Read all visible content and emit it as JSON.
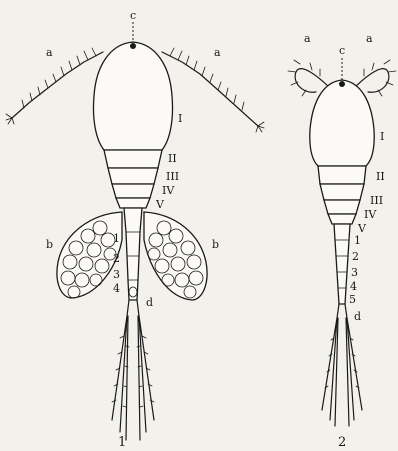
{
  "figure_1": {
    "label_c": "c",
    "label_a_left": "a",
    "label_a_right": "a",
    "label_b_left": "b",
    "label_b_right": "b",
    "label_d": "d",
    "segments_thorax": [
      "I",
      "II",
      "III",
      "IV",
      "V"
    ],
    "segments_abdomen": [
      "1",
      "2",
      "3",
      "4"
    ],
    "caption": "1"
  },
  "figure_2": {
    "label_c": "c",
    "label_a_left": "a",
    "label_a_right": "a",
    "label_d": "d",
    "segments_thorax": [
      "I",
      "II",
      "III",
      "IV",
      "V"
    ],
    "segments_abdomen": [
      "1",
      "2",
      "3",
      "4",
      "5"
    ],
    "caption": "2"
  }
}
